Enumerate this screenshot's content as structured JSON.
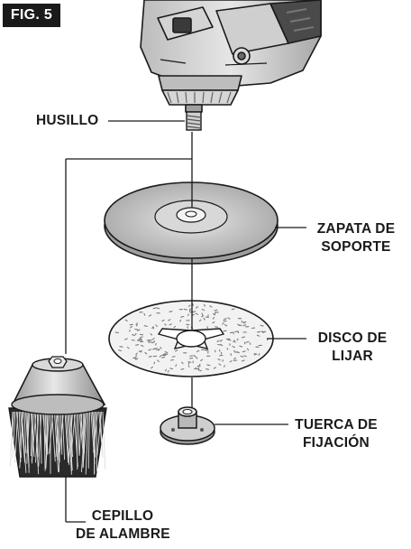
{
  "figure": {
    "label": "FIG. 5"
  },
  "parts": {
    "spindle": {
      "label": "HUSILLO"
    },
    "backing_pad": {
      "line1": "ZAPATA DE",
      "line2": "SOPORTE"
    },
    "sanding_disc": {
      "line1": "DISCO DE",
      "line2": "LIJAR"
    },
    "lock_nut": {
      "line1": "TUERCA DE",
      "line2": "FIJACIÓN"
    },
    "wire_brush": {
      "line1": "CEPILLO",
      "line2": "DE ALAMBRE"
    }
  },
  "colors": {
    "ink": "#1a1a1a",
    "metal": "#c8c8c8",
    "metal_dark": "#8a8a8a",
    "disc": "#efefef"
  }
}
